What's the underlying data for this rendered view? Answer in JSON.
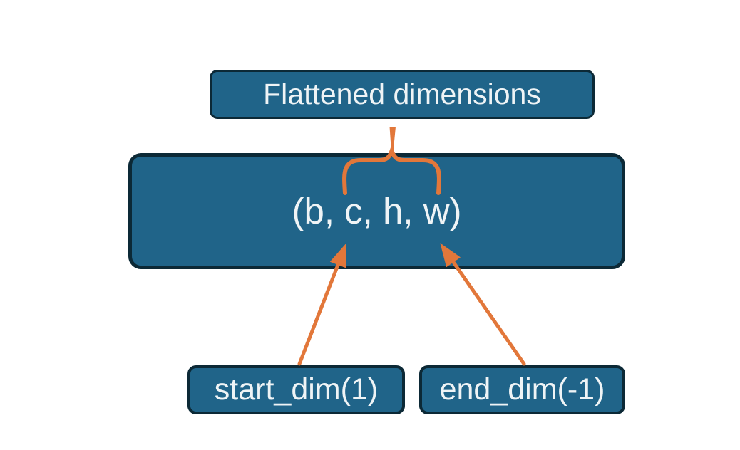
{
  "colors": {
    "background": "#ffffff",
    "box_fill": "#206489",
    "box_border": "#0c2936",
    "accent_orange": "#e2773a",
    "text_color": "#eff4f6"
  },
  "diagram": {
    "top_label": "Flattened dimensions",
    "tensor_shape": "(b, c, h, w)",
    "start_dim_label": "start_dim(1)",
    "end_dim_label": "end_dim(-1)"
  }
}
